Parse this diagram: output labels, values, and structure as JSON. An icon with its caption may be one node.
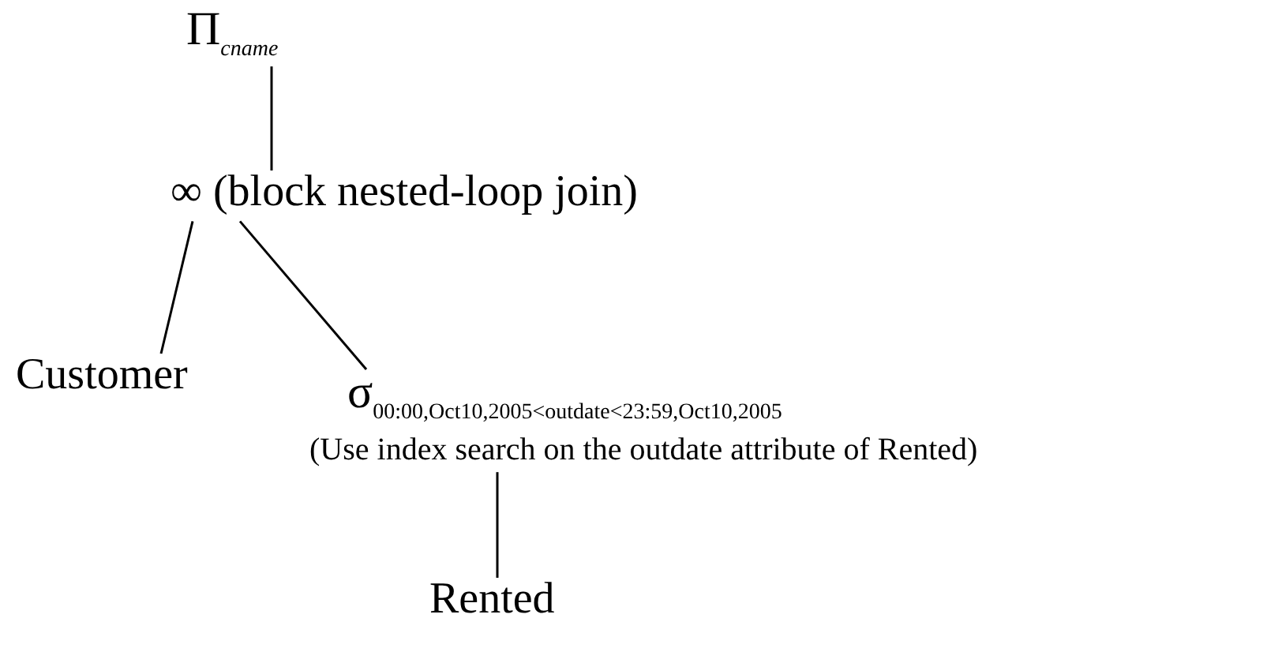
{
  "diagram": {
    "nodes": [
      {
        "text": [
          "Π$_{cname}$"
        ]
      },
      {
        "text": [
          "∞ (block nested-loop join)"
        ]
      },
      {
        "text": [
          "Customer"
        ]
      },
      {
        "text": [
          "σ$_{00:00,Oct10,2005<outdate<23:59,Oct10,2005}$",
          "(Use index search on the outdate attribute of Rented)"
        ]
      },
      {
        "text": [
          "Rented"
        ]
      }
    ],
    "edges": [
      {
        "from": 0,
        "to": 1,
        "arrow": "none"
      },
      {
        "from": 1,
        "to": 2,
        "arrow": "none"
      },
      {
        "from": 1,
        "to": 3,
        "arrow": "none"
      },
      {
        "from": 3,
        "to": 4,
        "arrow": "none"
      }
    ]
  }
}
